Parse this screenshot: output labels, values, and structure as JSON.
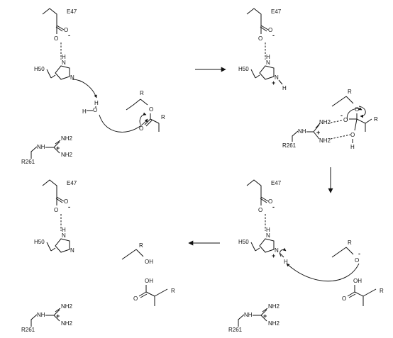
{
  "residues": {
    "glu": "E47",
    "his": "H50",
    "arg": "R261"
  },
  "atoms": {
    "O": "O",
    "N": "N",
    "H": "H",
    "R": "R",
    "OH": "OH",
    "NH": "NH",
    "NH2": "NH2"
  },
  "charges": {
    "minus": "-",
    "plus": "+"
  },
  "colors": {
    "ink": "#111111",
    "background": "#ffffff"
  }
}
